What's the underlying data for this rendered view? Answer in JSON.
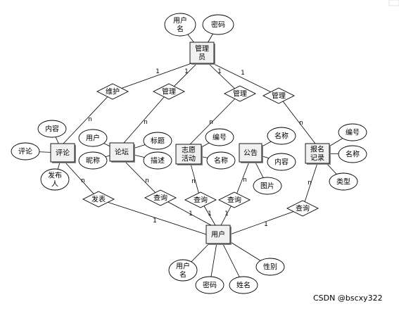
{
  "entities": {
    "admin": {
      "lines": [
        "管理",
        "员"
      ]
    },
    "comment": {
      "lines": [
        "评论"
      ]
    },
    "forum": {
      "lines": [
        "论坛"
      ]
    },
    "volunteer": {
      "lines": [
        "志愿",
        "活动"
      ]
    },
    "notice": {
      "lines": [
        "公告"
      ]
    },
    "signup": {
      "lines": [
        "报名",
        "记录"
      ]
    },
    "user": {
      "lines": [
        "用户"
      ]
    }
  },
  "relationships": {
    "maintain": "维护",
    "manage_forum": "管理",
    "manage_volunteer": "管理",
    "manage_signup": "管理",
    "publish": "发表",
    "query_forum": "查询",
    "query_volunteer": "查询",
    "query_notice": "查询",
    "query_signup": "查询"
  },
  "attributes": {
    "admin_username": [
      "用户",
      "名"
    ],
    "admin_password": [
      "密码"
    ],
    "comment_content": [
      "内容"
    ],
    "comment_review": [
      "评论"
    ],
    "comment_publisher": [
      "发布",
      "人"
    ],
    "forum_user": [
      "用户"
    ],
    "forum_nickname": [
      "昵称"
    ],
    "forum_title": [
      "标题"
    ],
    "forum_desc": [
      "描述"
    ],
    "volunteer_id": [
      "编号"
    ],
    "volunteer_name": [
      "名称"
    ],
    "notice_name": [
      "名称"
    ],
    "notice_content": [
      "内容"
    ],
    "notice_image": [
      "图片"
    ],
    "signup_id": [
      "编号"
    ],
    "signup_name": [
      "名称"
    ],
    "signup_type": [
      "类型"
    ],
    "user_username": [
      "用户",
      "名"
    ],
    "user_password": [
      "密码"
    ],
    "user_name": [
      "姓名"
    ],
    "user_gender": [
      "性别"
    ]
  },
  "cardinality": {
    "one": "1",
    "many": "n"
  },
  "watermark": "CSDN @bscxy322",
  "colors": {
    "line": "#000000",
    "box_fill": "#f1f1f1",
    "watermark": "#8a8a8a"
  }
}
